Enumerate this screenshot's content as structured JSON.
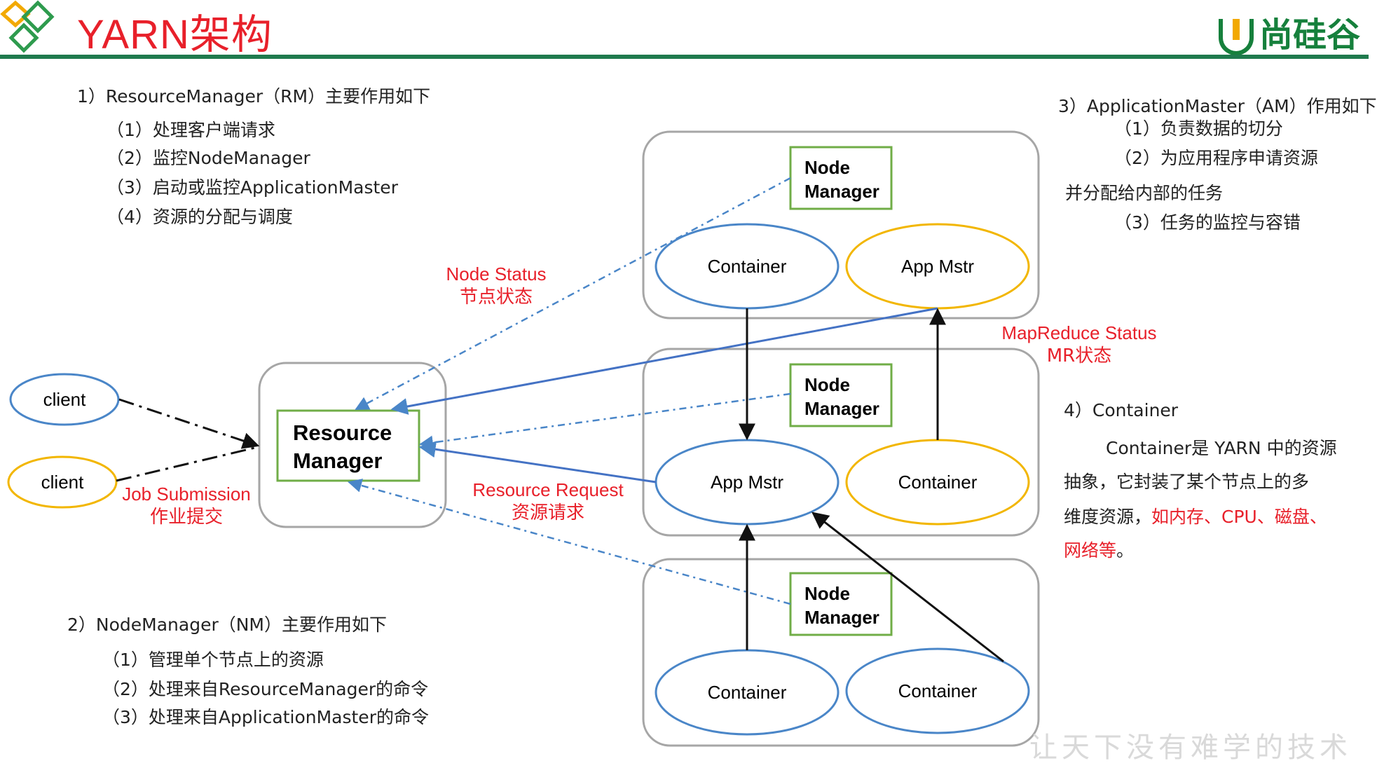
{
  "header": {
    "title": "YARN架构",
    "brand": "尚硅谷"
  },
  "rm_section": {
    "heading": "1）ResourceManager（RM）主要作用如下",
    "items": [
      "（1）处理客户端请求",
      "（2）监控NodeManager",
      "（3）启动或监控ApplicationMaster",
      "（4）资源的分配与调度"
    ]
  },
  "nm_section": {
    "heading": "2）NodeManager（NM）主要作用如下",
    "items": [
      "（1）管理单个节点上的资源",
      "（2）处理来自ResourceManager的命令",
      "（3）处理来自ApplicationMaster的命令"
    ]
  },
  "am_section": {
    "heading": "3）ApplicationMaster（AM）作用如下",
    "items": [
      "（1）负责数据的切分",
      "（2）为应用程序申请资源",
      "并分配给内部的任务",
      "（3）任务的监控与容错"
    ]
  },
  "container_section": {
    "heading": "4）Container",
    "line1": "Container是 YARN 中的资源",
    "line2": "抽象，它封装了某个节点上的多",
    "line3_black": "维度资源，",
    "line3_red": "如内存、CPU、磁盘、",
    "line4_red": "网络等",
    "line4_end": "。"
  },
  "diagram": {
    "client_1": "client",
    "client_2": "client",
    "resource_manager": [
      "Resource",
      "Manager"
    ],
    "node_manager": [
      "Node",
      "Manager"
    ],
    "container": "Container",
    "app_mstr": "App Mstr",
    "labels": {
      "node_status_en": "Node Status",
      "node_status_cn": "节点状态",
      "mapreduce_status_en": "MapReduce Status",
      "mapreduce_status_cn": "MR状态",
      "job_submission_en": "Job Submission",
      "job_submission_cn": "作业提交",
      "resource_request_en": "Resource Request",
      "resource_request_cn": "资源请求"
    },
    "colors": {
      "blue": "#4a86c8",
      "gold": "#f2b600",
      "green_border": "#70ad47",
      "red": "#e8202a"
    }
  },
  "watermark": "让天下没有难学的技术"
}
